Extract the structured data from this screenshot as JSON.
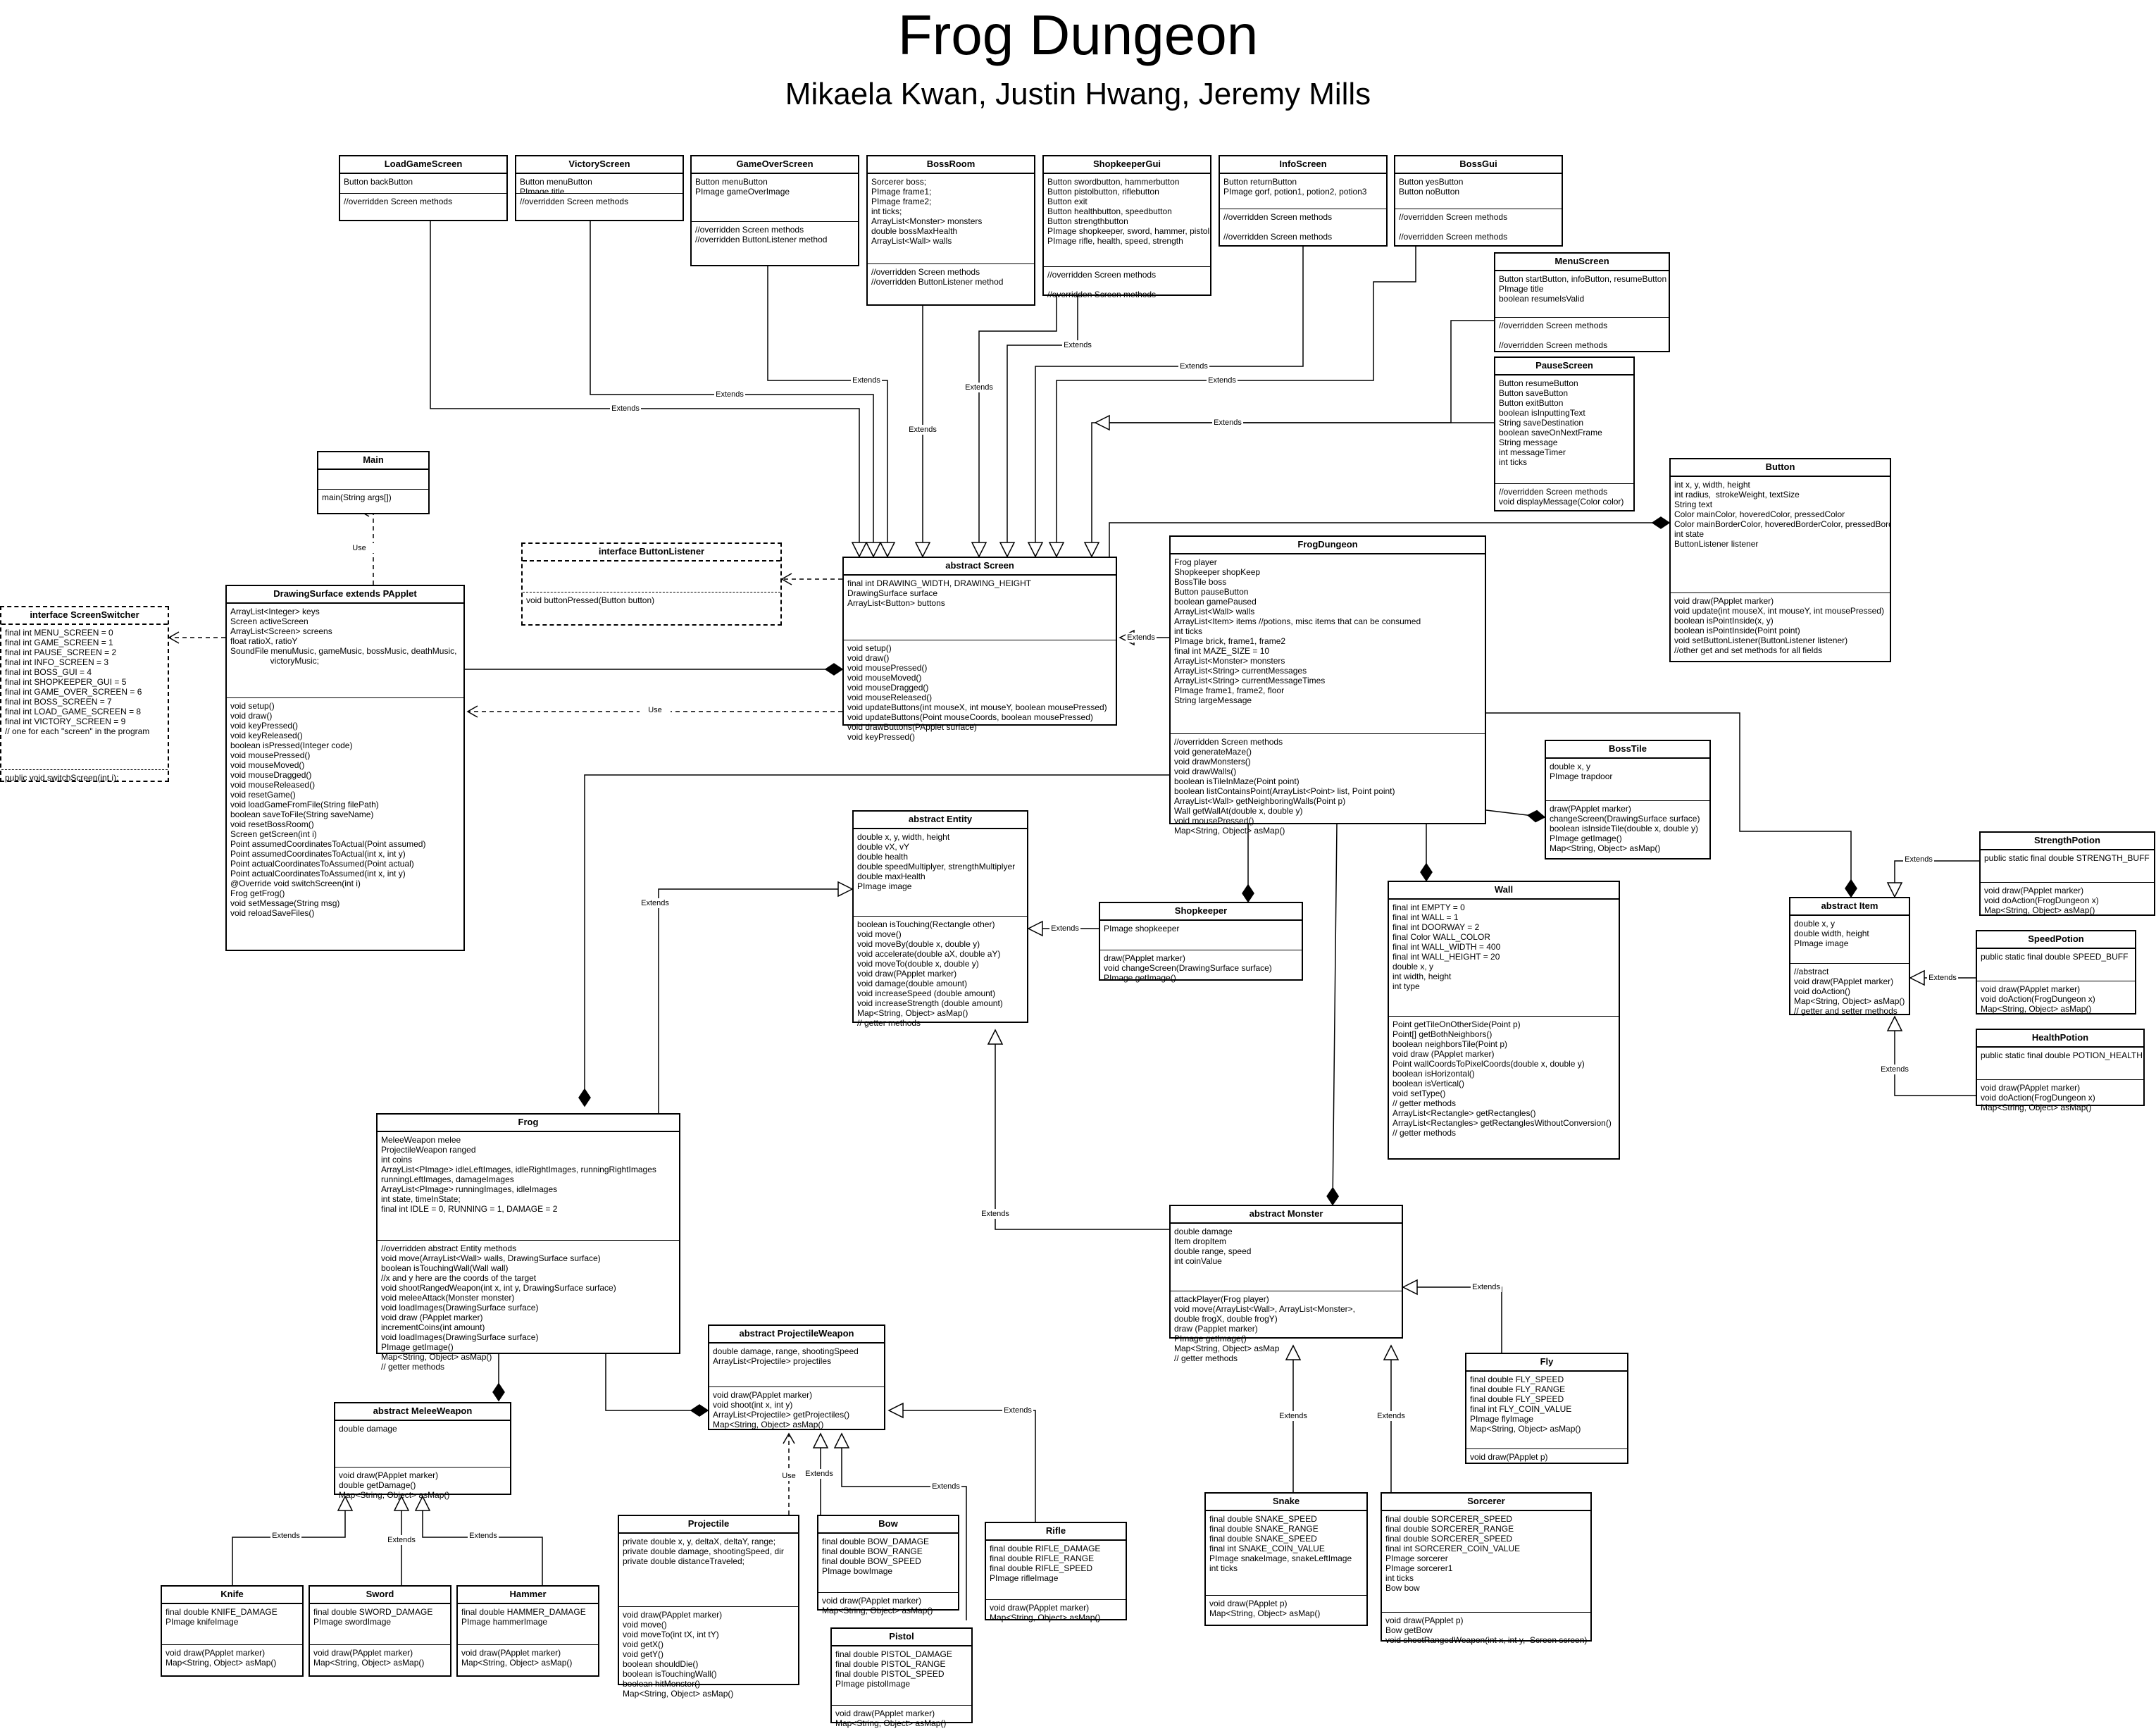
{
  "title": "Frog Dungeon",
  "subtitle": "Mikaela Kwan, Justin Hwang, Jeremy Mills",
  "edge_labels": {
    "extends": "Extends",
    "use": "Use"
  },
  "classes": {
    "LoadGameScreen": {
      "name": "LoadGameScreen",
      "fields": "Button backButton",
      "methods": "//overridden Screen methods"
    },
    "VictoryScreen": {
      "name": "VictoryScreen",
      "fields": "Button menuButton\nPImage title",
      "methods": "//overridden Screen methods"
    },
    "GameOverScreen": {
      "name": "GameOverScreen",
      "fields": "Button menuButton\nPImage gameOverImage",
      "methods": "//overridden Screen methods\n//overridden ButtonListener method"
    },
    "BossRoom": {
      "name": "BossRoom",
      "fields": "Sorcerer boss;\nPImage frame1;\nPImage frame2;\nint ticks;\nArrayList<Monster> monsters\ndouble bossMaxHealth\nArrayList<Wall> walls",
      "methods": "//overridden Screen methods\n//overridden ButtonListener method"
    },
    "ShopkeeperGui": {
      "name": "ShopkeeperGui",
      "fields": "Button swordbutton, hammerbutton\nButton pistolbutton, riflebutton\nButton exit\nButton healthbutton, speedbutton\nButton strengthbutton\nPImage shopkeeper, sword, hammer, pistol\nPImage rifle, health, speed, strength",
      "methods": "//overridden Screen methods\n\n//overridden Screen methods"
    },
    "InfoScreen": {
      "name": "InfoScreen",
      "fields": "Button returnButton\nPImage gorf, potion1, potion2, potion3",
      "methods": "//overridden Screen methods\n\n//overridden Screen methods"
    },
    "BossGui": {
      "name": "BossGui",
      "fields": "Button yesButton\nButton noButton",
      "methods": "//overridden Screen methods\n\n//overridden Screen methods"
    },
    "MenuScreen": {
      "name": "MenuScreen",
      "fields": "Button startButton, infoButton, resumeButton\nPImage title\nboolean resumeIsValid",
      "methods": "//overridden Screen methods\n\n//overridden Screen methods"
    },
    "PauseScreen": {
      "name": "PauseScreen",
      "fields": "Button resumeButton\nButton saveButton\nButton exitButton\nboolean isInputtingText\nString saveDestination\nboolean saveOnNextFrame\nString message\nint messageTimer\nint ticks",
      "methods": "//overridden Screen methods\nvoid displayMessage(Color color)"
    },
    "Button": {
      "name": "Button",
      "fields": "int x, y, width, height\nint radius,  strokeWeight, textSize\nString text\nColor mainColor, hoveredColor, pressedColor\nColor mainBorderColor, hoveredBorderColor, pressedBorderColor\nint state\nButtonListener listener",
      "methods": "void draw(PApplet marker)\nvoid update(int mouseX, int mouseY, int mousePressed)\nboolean isPointInside(x, y)\nboolean isPointInside(Point point)\nvoid setButtonListener(ButtonListener listener)\n//other get and set methods for all fields"
    },
    "Main": {
      "name": "Main",
      "fields": "",
      "methods": "main(String args[])"
    },
    "ButtonListener": {
      "name": "interface ButtonListener",
      "fields": "",
      "methods": "void buttonPressed(Button button)"
    },
    "Screen": {
      "name": "abstract Screen",
      "fields": "final int DRAWING_WIDTH, DRAWING_HEIGHT\nDrawingSurface surface\nArrayList<Button> buttons",
      "methods": "void setup()\nvoid draw()\nvoid mousePressed()\nvoid mouseMoved()\nvoid mouseDragged()\nvoid mouseReleased()\nvoid updateButtons(int mouseX, int mouseY, boolean mousePressed)\nvoid updateButtons(Point mouseCoords, boolean mousePressed)\nvoid drawButtons(PApplet surface)\nvoid keyPressed()"
    },
    "FrogDungeon": {
      "name": "FrogDungeon",
      "fields": "Frog player\nShopkeeper shopKeep\nBossTile boss\nButton pauseButton\nboolean gamePaused\nArrayList<Wall> walls\nArrayList<Item> items //potions, misc items that can be consumed\nint ticks\nPImage brick, frame1, frame2\nfinal int MAZE_SIZE = 10\nArrayList<Monster> monsters\nArrayList<String> currentMessages\nArrayList<String> currentMessageTimes\nPImage frame1, frame2, floor\nString largeMessage",
      "methods": "//overridden Screen methods\nvoid generateMaze()\nvoid drawMonsters()\nvoid drawWalls()\nboolean isTileInMaze(Point point)\nboolean listContainsPoint(ArrayList<Point> list, Point point)\nArrayList<Wall> getNeighboringWalls(Point p)\nWall getWallAt(double x, double y)\nvoid mousePressed()\nMap<String, Object> asMap()"
    },
    "ScreenSwitcher": {
      "name": "interface ScreenSwitcher",
      "fields": "final int MENU_SCREEN = 0\nfinal int GAME_SCREEN = 1\nfinal int PAUSE_SCREEN = 2\nfinal int INFO_SCREEN = 3\nfinal int BOSS_GUI = 4\nfinal int SHOPKEEPER_GUI = 5\nfinal int GAME_OVER_SCREEN = 6\nfinal int BOSS_SCREEN = 7\nfinal int LOAD_GAME_SCREEN = 8\nfinal int VICTORY_SCREEN = 9\n// one for each \"screen\" in the program",
      "methods": "public void switchScreen(int i);"
    },
    "DrawingSurface": {
      "name": "DrawingSurface extends PApplet",
      "fields": "ArrayList<Integer> keys\nScreen activeScreen\nArrayList<Screen> screens\nfloat ratioX, ratioY\nSoundFile menuMusic, gameMusic, bossMusic, deathMusic,\n                 victoryMusic;",
      "methods": "void setup()\nvoid draw()\nvoid keyPressed()\nvoid keyReleased()\nboolean isPressed(Integer code)\nvoid mousePressed()\nvoid mouseMoved()\nvoid mouseDragged()\nvoid mouseReleased()\nvoid resetGame()\nvoid loadGameFromFile(String filePath)\nboolean saveToFile(String saveName)\nvoid resetBossRoom()\nScreen getScreen(int i)\nPoint assumedCoordinatesToActual(Point assumed)\nPoint assumedCoordinatesToActual(int x, int y)\nPoint actualCoordinatesToAssumed(Point actual)\nPoint actualCoordinatesToAssumed(int x, int y)\n@Override void switchScreen(int i)\nFrog getFrog()\nvoid setMessage(String msg)\nvoid reloadSaveFiles()"
    },
    "BossTile": {
      "name": "BossTile",
      "fields": "double x, y\nPImage trapdoor",
      "methods": "draw(PApplet marker)\nchangeScreen(DrawingSurface surface)\nboolean isInsideTile(double x, double y)\nPImage getImage()\nMap<String, Object> asMap()"
    },
    "Entity": {
      "name": "abstract Entity",
      "fields": "double x, y, width, height\ndouble vX, vY\ndouble health\ndouble speedMultiplyer, strengthMultiplyer\ndouble maxHealth\nPImage image",
      "methods": "boolean isTouching(Rectangle other)\nvoid move()\nvoid moveBy(double x, double y)\nvoid accelerate(double aX, double aY)\nvoid moveTo(double x, double y)\nvoid draw(PApplet marker)\nvoid damage(double amount)\nvoid increaseSpeed (double amount)\nvoid increaseStrength (double amount)\nMap<String, Object> asMap()\n// getter methods"
    },
    "Shopkeeper": {
      "name": "Shopkeeper",
      "fields": "PImage shopkeeper",
      "methods": "draw(PApplet marker)\nvoid changeScreen(DrawingSurface surface)\nPImage getImage()"
    },
    "Wall": {
      "name": "Wall",
      "fields": "final int EMPTY = 0\nfinal int WALL = 1\nfinal int DOORWAY = 2\nfinal Color WALL_COLOR\nfinal int WALL_WIDTH = 400\nfinal int WALL_HEIGHT = 20\ndouble x, y\nint width, height\nint type",
      "methods": "Point getTileOnOtherSide(Point p)\nPoint[] getBothNeighbors()\nboolean neighborsTile(Point p)\nvoid draw (PApplet marker)\nPoint wallCoordsToPixelCoords(double x, double y)\nboolean isHorizontal()\nboolean isVertical()\nvoid setType()\n// getter methods\nArrayList<Rectangle> getRectangles()\nArrayList<Rectangles> getRectanglesWithoutConversion()\n// getter methods"
    },
    "StrengthPotion": {
      "name": "StrengthPotion",
      "fields": "public static final double STRENGTH_BUFF",
      "methods": "void draw(PApplet marker)\nvoid doAction(FrogDungeon x)\nMap<String, Object> asMap()"
    },
    "Item": {
      "name": "abstract Item",
      "fields": "double x, y\ndouble width, height\nPImage image",
      "methods": "//abstract\nvoid draw(PApplet marker)\nvoid doAction()\nMap<String, Object> asMap()\n// getter and setter methods"
    },
    "SpeedPotion": {
      "name": "SpeedPotion",
      "fields": "public static final double SPEED_BUFF",
      "methods": "void draw(PApplet marker)\nvoid doAction(FrogDungeon x)\nMap<String, Object> asMap()"
    },
    "HealthPotion": {
      "name": "HealthPotion",
      "fields": "public static final double POTION_HEALTH",
      "methods": "void draw(PApplet marker)\nvoid doAction(FrogDungeon x)\nMap<String, Object> asMap()"
    },
    "Frog": {
      "name": "Frog",
      "fields": "MeleeWeapon melee\nProjectileWeapon ranged\nint coins\nArrayList<PImage> idleLeftImages, idleRightImages, runningRightImages\nrunningLeftImages, damageImages\nArrayList<PImage> runningImages, idleImages\nint state, timeInState;\nfinal int IDLE = 0, RUNNING = 1, DAMAGE = 2",
      "methods": "//overridden abstract Entity methods\nvoid move(ArrayList<Wall> walls, DrawingSurface surface)\nboolean isTouchingWall(Wall wall)\n//x and y here are the coords of the target\nvoid shootRangedWeapon(int x, int y, DrawingSurface surface)\nvoid meleeAttack(Monster monster)\nvoid loadImages(DrawingSurface surface)\nvoid draw (PApplet marker)\nincrementCoins(int amount)\nvoid loadImages(DrawingSurface surface)\nPImage getImage()\nMap<String, Object> asMap()\n// getter methods"
    },
    "Monster": {
      "name": "abstract Monster",
      "fields": "double damage\nItem dropItem\ndouble range, speed\nint coinValue",
      "methods": "attackPlayer(Frog player)\nvoid move(ArrayList<Wall>, ArrayList<Monster>,\ndouble frogX, double frogY)\ndraw (Papplet marker)\nPImage getImage()\nMap<String, Object> asMap\n// getter methods"
    },
    "Fly": {
      "name": "Fly",
      "fields": "final double FLY_SPEED\nfinal double FLY_RANGE\nfinal double FLY_SPEED\nfinal int FLY_COIN_VALUE\nPImage flyImage\nMap<String, Object> asMap()",
      "methods": "void draw(PApplet p)"
    },
    "ProjectileWeapon": {
      "name": "abstract ProjectileWeapon",
      "fields": "double damage, range, shootingSpeed\nArrayList<Projectile> projectiles",
      "methods": "void draw(PApplet marker)\nvoid shoot(int x, int y)\nArrayList<Projectile> getProjectiles()\nMap<String, Object> asMap()"
    },
    "MeleeWeapon": {
      "name": "abstract MeleeWeapon",
      "fields": "double damage",
      "methods": "void draw(PApplet marker)\ndouble getDamage()\nMap<String, Object> asMap()"
    },
    "Knife": {
      "name": "Knife",
      "fields": "final double KNIFE_DAMAGE\nPImage knifeImage",
      "methods": "void draw(PApplet marker)\nMap<String, Object> asMap()"
    },
    "Sword": {
      "name": "Sword",
      "fields": "final double SWORD_DAMAGE\nPImage swordImage",
      "methods": "void draw(PApplet marker)\nMap<String, Object> asMap()"
    },
    "Hammer": {
      "name": "Hammer",
      "fields": "final double HAMMER_DAMAGE\nPImage hammerImage",
      "methods": "void draw(PApplet marker)\nMap<String, Object> asMap()"
    },
    "Projectile": {
      "name": "Projectile",
      "fields": "private double x, y, deltaX, deltaY, range;\nprivate double damage, shootingSpeed, dir\nprivate double distanceTraveled;",
      "methods": "void draw(PApplet marker)\nvoid move()\nvoid moveTo(int tX, int tY)\nvoid getX()\nvoid getY()\nboolean shouldDie()\nboolean isTouchingWall()\nboolean hitMonster()\nMap<String, Object> asMap()"
    },
    "Bow": {
      "name": "Bow",
      "fields": "final double BOW_DAMAGE\nfinal double BOW_RANGE\nfinal double BOW_SPEED\nPImage bowImage",
      "methods": "void draw(PApplet marker)\nMap<String, Object> asMap()"
    },
    "Rifle": {
      "name": "Rifle",
      "fields": "final double RIFLE_DAMAGE\nfinal double RIFLE_RANGE\nfinal double RIFLE_SPEED\nPImage rifleImage",
      "methods": "void draw(PApplet marker)\nMap<String, Object> asMap()"
    },
    "Pistol": {
      "name": "Pistol",
      "fields": "final double PISTOL_DAMAGE\nfinal double PISTOL_RANGE\nfinal double PISTOL_SPEED\nPImage pistolImage",
      "methods": "void draw(PApplet marker)\nMap<String, Object> asMap()"
    },
    "Snake": {
      "name": "Snake",
      "fields": "final double SNAKE_SPEED\nfinal double SNAKE_RANGE\nfinal double SNAKE_SPEED\nfinal int SNAKE_COIN_VALUE\nPImage snakeImage, snakeLeftImage\nint ticks",
      "methods": "void draw(PApplet p)\nMap<String, Object> asMap()"
    },
    "Sorcerer": {
      "name": "Sorcerer",
      "fields": "final double SORCERER_SPEED\nfinal double SORCERER_RANGE\nfinal double SORCERER_SPEED\nfinal int SORCERER_COIN_VALUE\nPImage sorcerer\nPImage sorcerer1\nint ticks\nBow bow",
      "methods": "void draw(PApplet p)\nBow getBow\nvoid shootRangedWeapon(int x, int y,  Screen screen)"
    }
  }
}
